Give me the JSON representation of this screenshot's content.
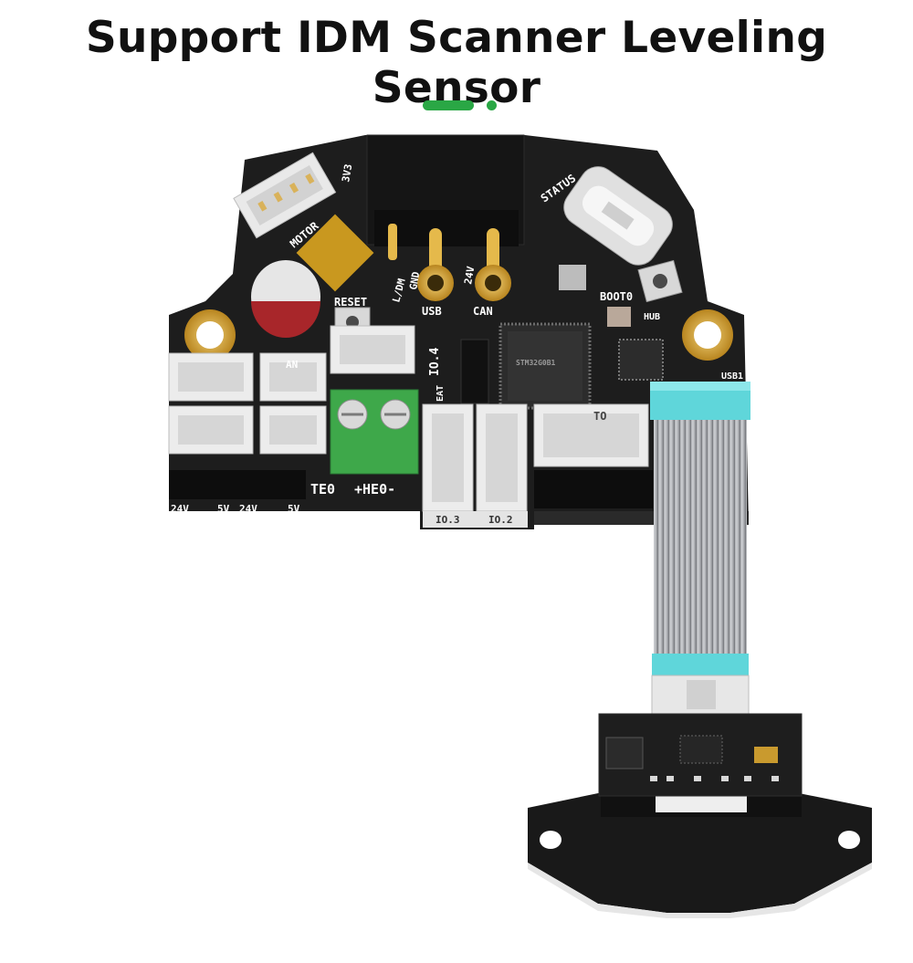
{
  "title": "Support IDM Scanner Leveling Sensor",
  "colors": {
    "accent": "#2aa745",
    "indicator_inactive": "#2aa745",
    "pcb": "#1c1c1c",
    "pad_gold": "#c99a2e",
    "cable_tip": "#5fd6da"
  },
  "carousel": {
    "slide_count": 2,
    "active_slide": 1
  },
  "board_labels": {
    "motor": "MOTOR",
    "v33": "3V3",
    "status": "STATUS",
    "reset": "RESET",
    "ldm": "L/DM",
    "gnd": "GND",
    "v24": "24V",
    "boot": "BOOT0",
    "usb": "USB",
    "can": "CAN",
    "hub": "HUB",
    "usb1": "USB1",
    "io4": "IO.4",
    "io3": "IO.3",
    "io2": "IO.2",
    "te0": "TE0",
    "he0": "+HE0-",
    "fan": "AN",
    "eat": "EAT",
    "to": "TO",
    "v24a": "24V",
    "v5a": "5V",
    "v24b": "24V",
    "v5b": "5V",
    "chip": "STM32G0B1"
  }
}
